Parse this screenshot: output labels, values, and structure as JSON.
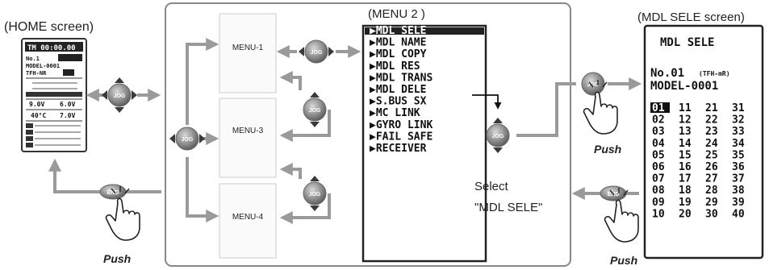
{
  "labels": {
    "home_caption": "(HOME screen)",
    "menu2_caption": "(MENU 2 )",
    "mdlsele_caption": "(MDL SELE screen)",
    "menu1": "MENU-1",
    "menu3": "MENU-3",
    "menu4": "MENU-4",
    "select_line1": "Select",
    "select_line2": "\"MDL SELE\"",
    "push": "Push",
    "jog": "JOG",
    "end": "END"
  },
  "home_screen": {
    "timer": "TM 00:00.00",
    "model_no": "No.1",
    "model_name": "MODEL-0001",
    "system": "TFH-NR",
    "volt1": "9.0V",
    "volt2": "6.0V",
    "temp": "40°C",
    "volt3": "7.0V"
  },
  "menu2": {
    "items": [
      "MDL SELE",
      "MDL NAME",
      "MDL COPY",
      "MDL RES",
      "MDL TRANS",
      "MDL DELE",
      "S.BUS SX",
      "MC LINK",
      "GYRO LINK",
      "FAIL SAFE",
      "RECEIVER"
    ]
  },
  "mdlsele": {
    "title": "MDL SELE",
    "number": "No.01",
    "system_tag": "(TFH-mR)",
    "model_name": "MODEL-0001",
    "grid": [
      [
        "01",
        "11",
        "21",
        "31"
      ],
      [
        "02",
        "12",
        "22",
        "32"
      ],
      [
        "03",
        "13",
        "23",
        "33"
      ],
      [
        "04",
        "14",
        "24",
        "34"
      ],
      [
        "05",
        "15",
        "25",
        "35"
      ],
      [
        "06",
        "16",
        "26",
        "36"
      ],
      [
        "07",
        "17",
        "27",
        "37"
      ],
      [
        "08",
        "18",
        "28",
        "38"
      ],
      [
        "09",
        "19",
        "29",
        "39"
      ],
      [
        "10",
        "20",
        "30",
        "40"
      ]
    ],
    "selected": "01"
  },
  "colors": {
    "arrow": "#9a9a9a",
    "jog_body": "#8a8a8a",
    "frame": "#888888"
  }
}
